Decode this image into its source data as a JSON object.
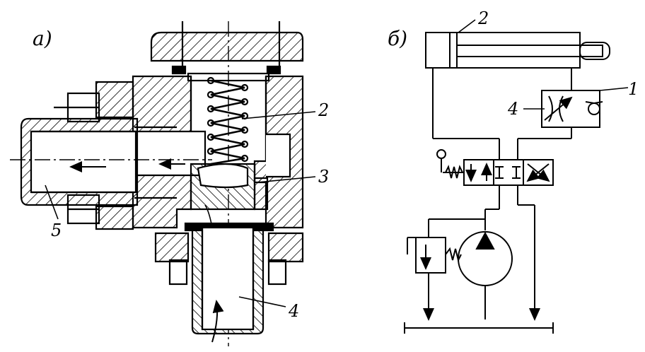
{
  "panels": {
    "a": {
      "label": "а)"
    },
    "b": {
      "label": "б)"
    }
  },
  "callouts_a": {
    "c2": "2",
    "c3": "3",
    "c4": "4",
    "c5": "5"
  },
  "callouts_b": {
    "c1": "1",
    "c2": "2",
    "c4": "4"
  },
  "colors": {
    "ink": "#000000",
    "paper": "#ffffff"
  }
}
